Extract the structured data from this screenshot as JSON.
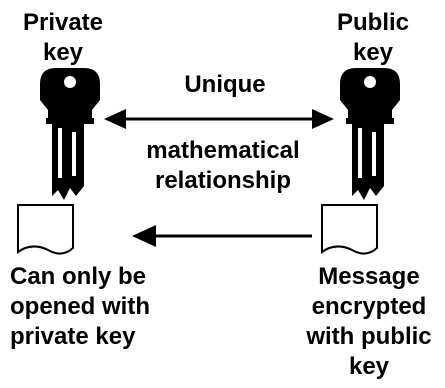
{
  "private_key": {
    "line1": "Private",
    "line2": "key"
  },
  "public_key": {
    "line1": "Public",
    "line2": "key"
  },
  "relationship": {
    "line1": "Unique",
    "line2": "mathematical",
    "line3": "relationship"
  },
  "left_document": {
    "line1": "Can only be",
    "line2": "opened with",
    "line3": "private key"
  },
  "right_document": {
    "line1": "Message",
    "line2": "encrypted",
    "line3": "with public",
    "line4": "key"
  }
}
